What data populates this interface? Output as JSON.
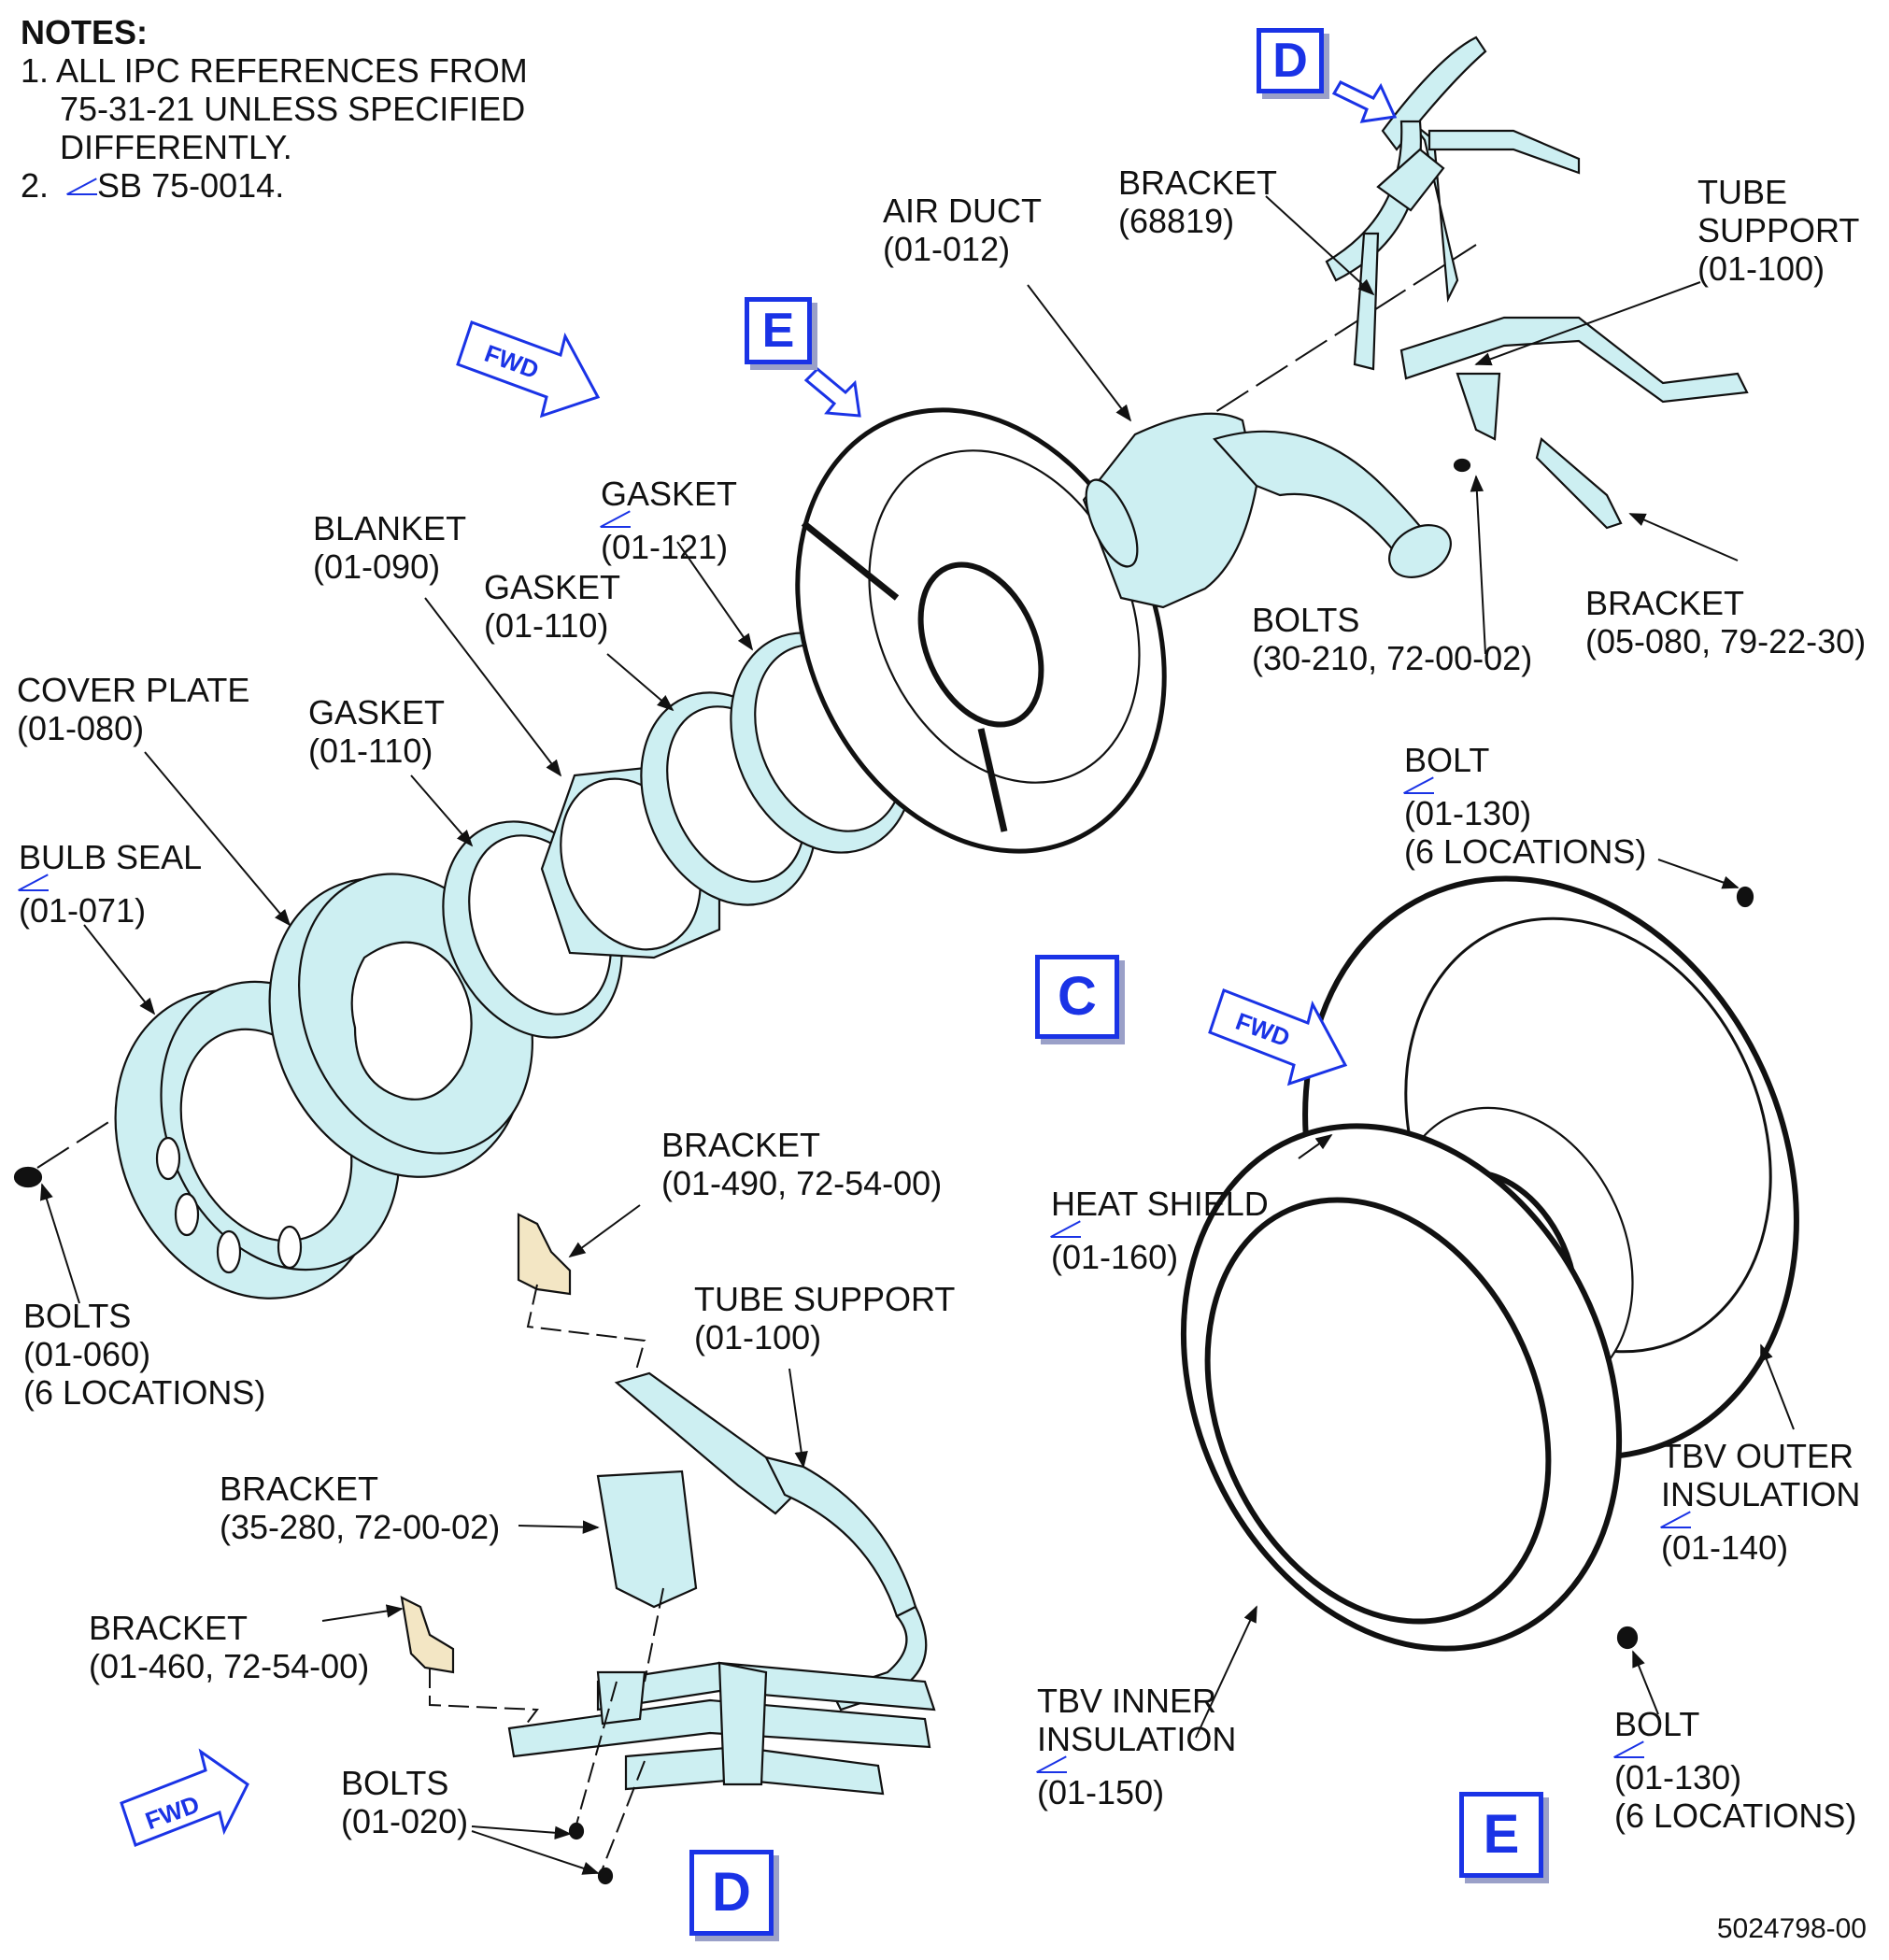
{
  "notes": {
    "title": "NOTES:",
    "items": [
      "1. ALL IPC REFERENCES FROM",
      "75-31-21 UNLESS SPECIFIED",
      "DIFFERENTLY.",
      "SB 75-0014."
    ],
    "item2_prefix": "2."
  },
  "views": {
    "c": "C",
    "d_top": "D",
    "d_bottom": "D",
    "e_top": "E",
    "e_bottom": "E"
  },
  "fwd": "FWD",
  "labels": {
    "air_duct": [
      "AIR DUCT",
      "(01-012)"
    ],
    "bracket_68819": [
      "BRACKET",
      "(68819)"
    ],
    "tube_support_top": [
      "TUBE",
      "SUPPORT",
      "(01-100)"
    ],
    "gasket_121": [
      "GASKET",
      "(01-121)"
    ],
    "blanket": [
      "BLANKET",
      "(01-090)"
    ],
    "gasket_110_a": [
      "GASKET",
      "(01-110)"
    ],
    "cover_plate": [
      "COVER PLATE",
      "(01-080)"
    ],
    "gasket_110_b": [
      "GASKET",
      "(01-110)"
    ],
    "bulb_seal": [
      "BULB SEAL",
      "(01-071)"
    ],
    "bolts_060": [
      "BOLTS",
      "(01-060)",
      "(6 LOCATIONS)"
    ],
    "bolts_210": [
      "BOLTS",
      "(30-210, 72-00-02)"
    ],
    "bracket_05080": [
      "BRACKET",
      "(05-080, 79-22-30)"
    ],
    "bolt_130_top": [
      "BOLT",
      "(01-130)",
      "(6 LOCATIONS)"
    ],
    "bracket_01490": [
      "BRACKET",
      "(01-490, 72-54-00)"
    ],
    "tube_support_bottom": [
      "TUBE SUPPORT",
      "(01-100)"
    ],
    "bracket_35280": [
      "BRACKET",
      "(35-280, 72-00-02)"
    ],
    "bracket_01460": [
      "BRACKET",
      "(01-460, 72-54-00)"
    ],
    "bolts_020": [
      "BOLTS",
      "(01-020)"
    ],
    "heat_shield": [
      "HEAT SHIELD",
      "(01-160)"
    ],
    "tbv_outer": [
      "TBV OUTER",
      "INSULATION",
      "(01-140)"
    ],
    "tbv_inner": [
      "TBV INNER",
      "INSULATION",
      "(01-150)"
    ],
    "bolt_130_bottom": [
      "BOLT",
      "(01-130)",
      "(6 LOCATIONS)"
    ]
  },
  "figure_number": "5024798-00",
  "colors": {
    "part_fill": "#cdeff2",
    "bracket_fill": "#f3e6c4",
    "callout_blue": "#1a33e6",
    "line": "#111111"
  }
}
